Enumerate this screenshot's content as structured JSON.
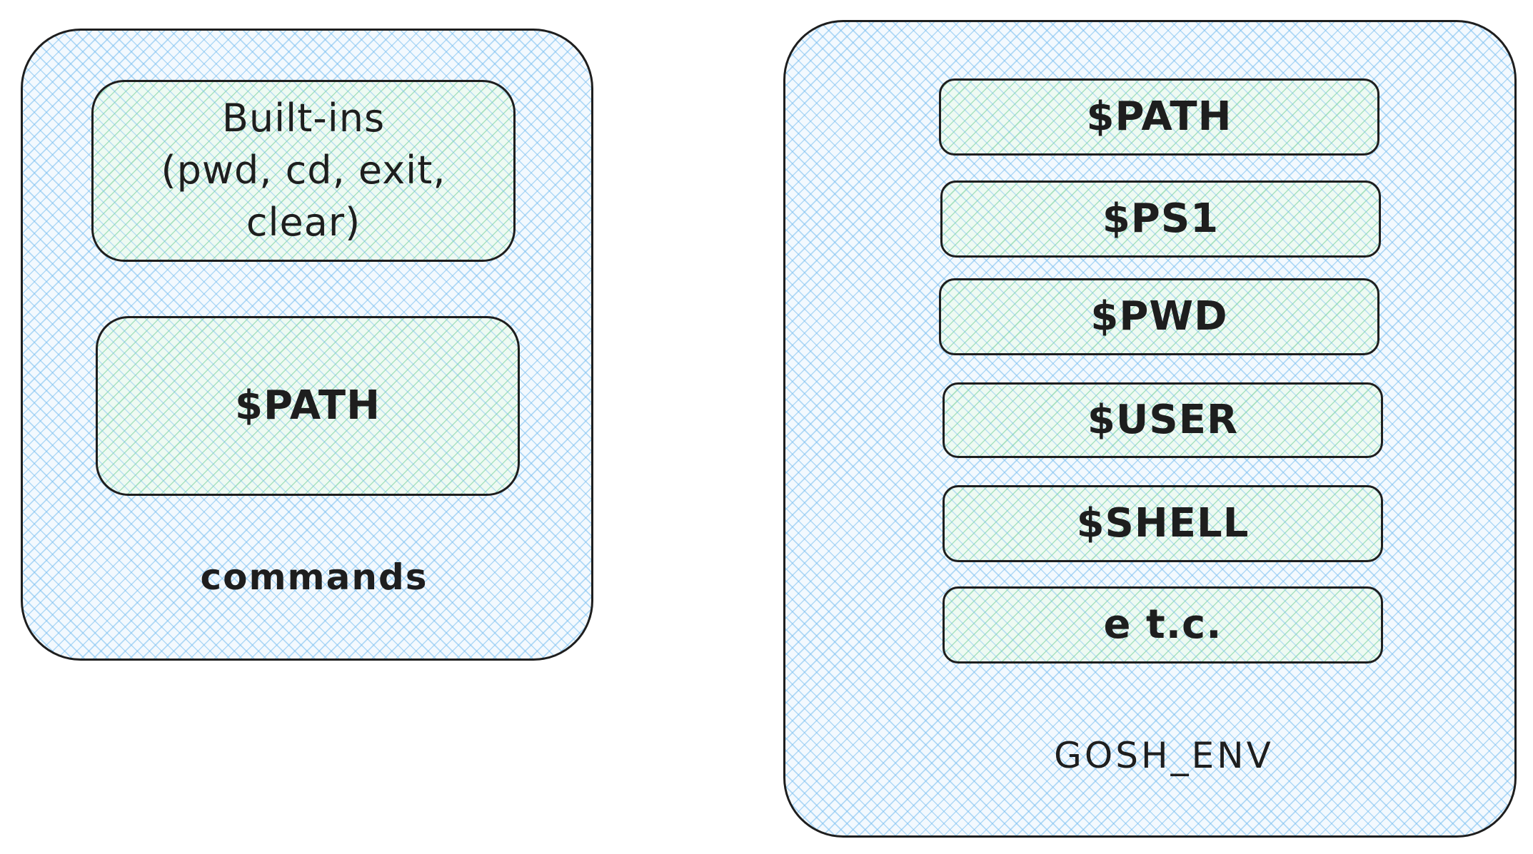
{
  "commands_group": {
    "label": "commands",
    "builtins_box": {
      "text": "Built-ins\n(pwd, cd, exit,\nclear)"
    },
    "path_box": {
      "text": "$PATH"
    }
  },
  "gosh_env_group": {
    "label": "GOSH_ENV",
    "items": [
      {
        "text": "$PATH"
      },
      {
        "text": "$PS1"
      },
      {
        "text": "$PWD"
      },
      {
        "text": "$USER"
      },
      {
        "text": "$SHELL"
      },
      {
        "text": "e t.c."
      }
    ]
  },
  "colors": {
    "stroke": "#1e1e1e",
    "group_hatch": "#78bef0",
    "box_hatch": "#6ecd96"
  }
}
